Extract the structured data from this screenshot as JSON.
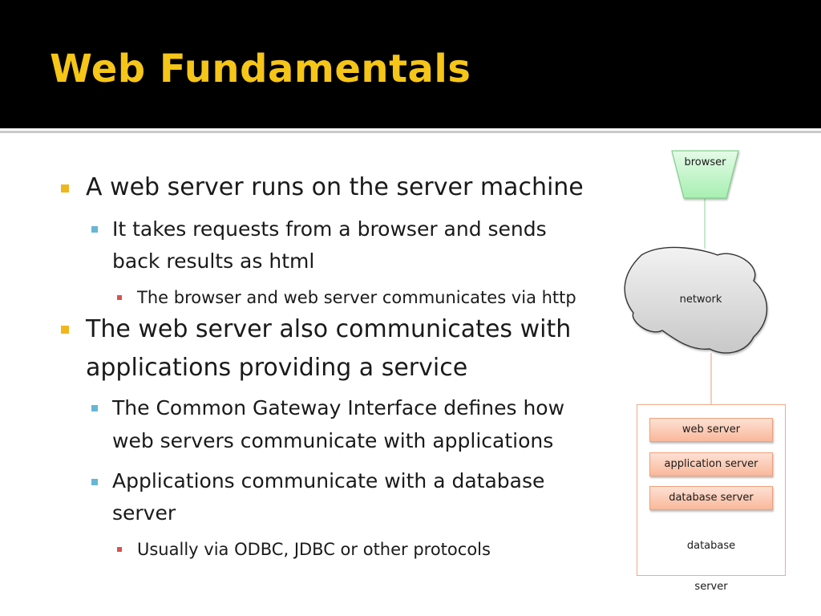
{
  "title": "Web Fundamentals",
  "bullets": [
    {
      "level": 1,
      "lines": [
        "A web server runs on the server machine"
      ]
    },
    {
      "level": 2,
      "lines": [
        "It takes requests from a browser and sends",
        "back results as html"
      ]
    },
    {
      "level": 3,
      "lines": [
        "The browser and web server communicates via http"
      ]
    },
    {
      "level": 1,
      "lines": [
        "The web server also communicates with",
        "applications providing a service"
      ]
    },
    {
      "level": 2,
      "lines": [
        "The Common Gateway Interface defines how",
        "web servers communicate with applications"
      ]
    },
    {
      "level": 2,
      "lines": [
        "Applications communicate with a database",
        "server"
      ]
    },
    {
      "level": 3,
      "lines": [
        "Usually via ODBC, JDBC or other protocols"
      ]
    }
  ],
  "diagram": {
    "browser": "browser",
    "network": "network",
    "layers": [
      "web server",
      "application server",
      "database server"
    ],
    "database": "database",
    "server": "server"
  },
  "colors": {
    "title": "#f5c518",
    "title_bar": "#000000",
    "bullet_level1": "#f0b61e",
    "bullet_level2": "#67b6d6",
    "bullet_level3": "#d9534f",
    "browser_fill": "#b8f5c0",
    "network_fill": "#d9d9d9",
    "server_layer_fill": "#f9b89b"
  }
}
